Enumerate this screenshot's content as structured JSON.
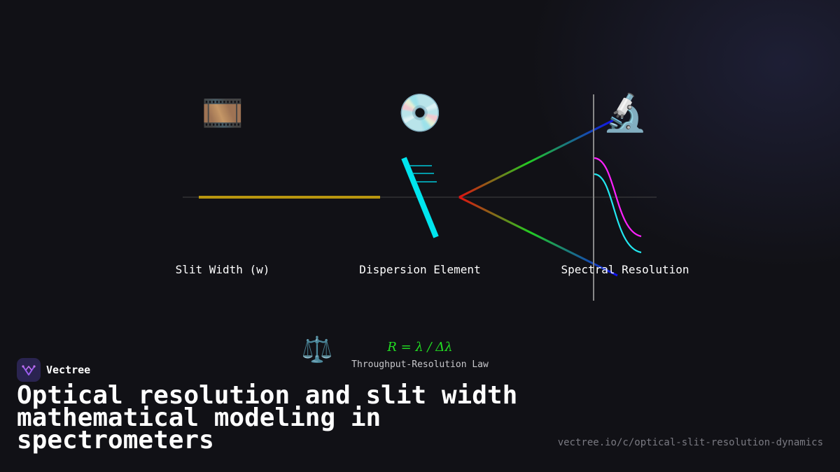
{
  "diagram": {
    "stages": [
      {
        "icon": "film-strip-icon",
        "glyph": "🎞️",
        "label": "Slit Width (w)"
      },
      {
        "icon": "optical-disc-icon",
        "glyph": "💿",
        "label": "Dispersion Element"
      },
      {
        "icon": "microscope-icon",
        "glyph": "🔬",
        "label": "Spectral Resolution"
      }
    ],
    "law": {
      "icon": "balance-scale-icon",
      "glyph": "⚖️",
      "formula": "R = λ / Δλ",
      "caption": "Throughput-Resolution Law"
    },
    "colors": {
      "beam": "#b8960f",
      "grating": "#00e5ee",
      "peak_a": "#ff22ff",
      "peak_b": "#22e8f0",
      "detector": "#888888",
      "axis": "#444444",
      "formula": "#22dd22"
    }
  },
  "brand": {
    "name": "Vectree",
    "icon": "vectree-logo-icon",
    "accent": "#9b5cf0"
  },
  "title": "Optical resolution and slit width mathematical modeling in spectrometers",
  "url": "vectree.io/c/optical-slit-resolution-dynamics"
}
